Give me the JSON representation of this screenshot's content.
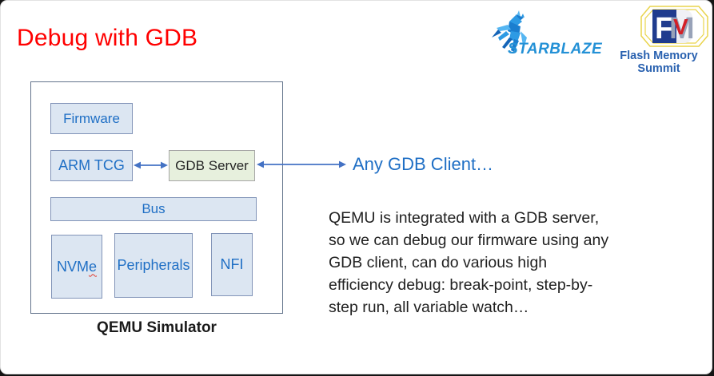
{
  "title": "Debug with GDB",
  "logos": {
    "starblaze": {
      "wordmark": "STARBLAZE"
    },
    "fms": {
      "label": "Flash Memory Summit",
      "f": "F",
      "m": "M",
      "v": "V"
    }
  },
  "diagram": {
    "container_label": "QEMU Simulator",
    "boxes": {
      "firmware": "Firmware",
      "arm_tcg": "ARM TCG",
      "gdb_server": "GDB Server",
      "bus": "Bus",
      "nvme_main": "NVM",
      "nvme_suffix": "e",
      "peripherals": "Peripherals",
      "nfi": "NFI"
    },
    "client_label": "Any GDB Client…"
  },
  "body_text": "QEMU is integrated with a GDB server,\nso we can debug our firmware using any\nGDB client, can do various high\nefficiency debug: break-point, step-by-\nstep run, all variable watch…",
  "colors": {
    "title_red": "#ff0000",
    "accent_blue": "#1f6fc5",
    "arrow_blue": "#4472c4",
    "box_fill": "#dce6f2",
    "box_border": "#8294b8",
    "gdb_green_fill": "#e7f0dd",
    "fms_blue": "#2a62b0",
    "starblaze_blue": "#2491d6"
  }
}
